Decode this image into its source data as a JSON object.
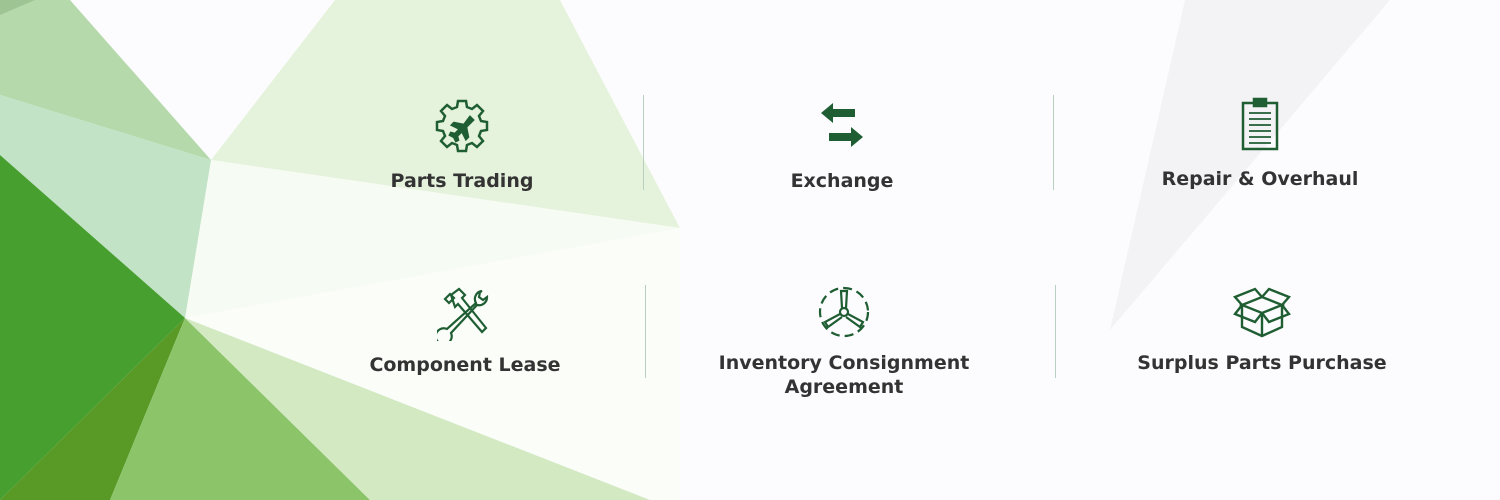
{
  "colors": {
    "icon": "#1f5e33",
    "text": "#333333",
    "divider": "#b9cfc0"
  },
  "services": [
    {
      "label": "Parts Trading",
      "icon": "gear-airplane-icon"
    },
    {
      "label": "Exchange",
      "icon": "exchange-arrows-icon"
    },
    {
      "label": "Repair & Overhaul",
      "icon": "clipboard-icon"
    },
    {
      "label": "Component Lease",
      "icon": "hammer-wrench-icon"
    },
    {
      "label": "Inventory Consignment Agreement",
      "icon": "propeller-icon"
    },
    {
      "label": "Surplus Parts Purchase",
      "icon": "open-box-icon"
    }
  ]
}
